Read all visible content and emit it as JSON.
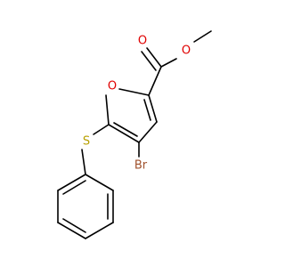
{
  "molecule": {
    "atoms": [
      {
        "id": "carbonyl-oxygen",
        "symbol": "O",
        "color": "#e00000"
      },
      {
        "id": "ester-oxygen",
        "symbol": "O",
        "color": "#e00000"
      },
      {
        "id": "furan-oxygen",
        "symbol": "O",
        "color": "#e00000"
      },
      {
        "id": "sulfur",
        "symbol": "S",
        "color": "#b8a000"
      },
      {
        "id": "bromine",
        "symbol": "Br",
        "color": "#a0522d"
      }
    ],
    "bond_color": "#000000"
  }
}
